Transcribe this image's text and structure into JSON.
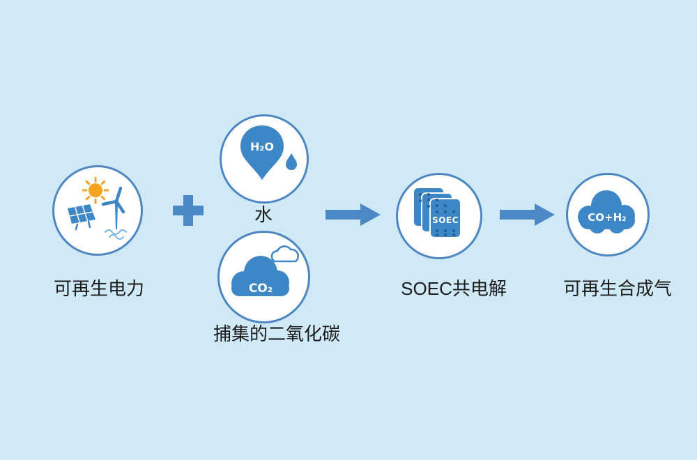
{
  "colors": {
    "background": "#cfe9f6",
    "primary_blue": "#3e87c6",
    "circle_outline_blue": "#4e86c1",
    "arrow_blue": "#4c87c6",
    "sun_orange": "#f6a320",
    "text": "#1b1b1b"
  },
  "icons": {
    "plus": "plus-cross",
    "arrows": "arrow-right",
    "renewable_power": "sun-solar-panel-wind-turbine",
    "water": "map-pin-with-drop",
    "captured_co2": "cloud",
    "soec": "stacked-cell-plates",
    "syngas": "cloud"
  },
  "nodes": {
    "renewable_power": {
      "label": "可再生电力"
    },
    "water": {
      "label": "水",
      "formula": "H₂O"
    },
    "captured_co2": {
      "label": "捕集的二氧化碳",
      "formula": "CO₂"
    },
    "soec": {
      "label": "SOEC共电解",
      "stack_text": "SOEC"
    },
    "syngas": {
      "label": "可再生合成气",
      "formula": "CO+H₂"
    }
  }
}
